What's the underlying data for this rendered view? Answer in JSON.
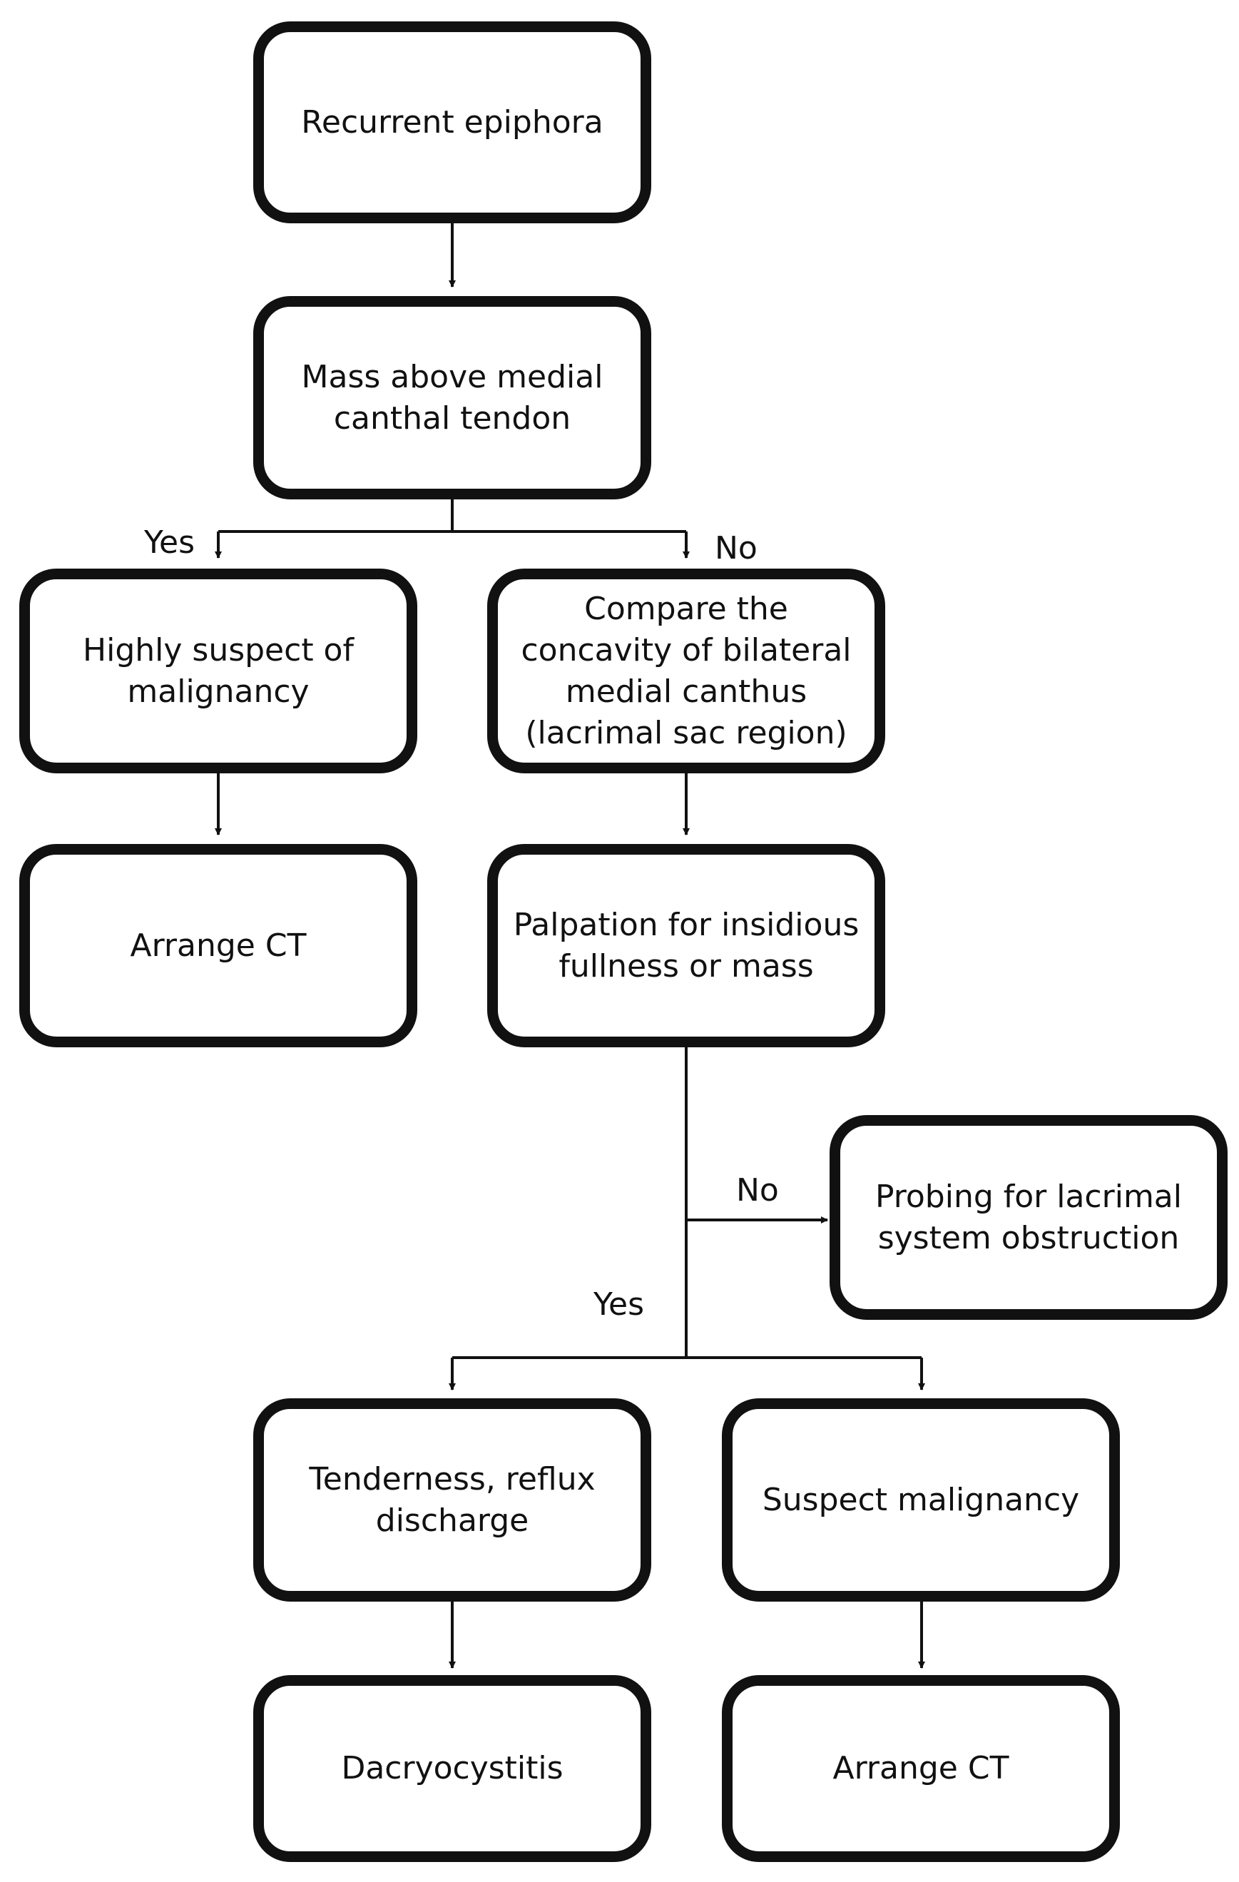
{
  "nodes": [
    {
      "id": "recurrent-epiphora",
      "text": "Recurrent epiphora"
    },
    {
      "id": "mass-above-tendon",
      "text": "Mass above medial canthal tendon"
    },
    {
      "id": "highly-suspect-malignancy",
      "text": "Highly suspect of malignancy"
    },
    {
      "id": "compare-concavity",
      "text": "Compare the concavity of bilateral medial canthus (lacrimal sac region)"
    },
    {
      "id": "arrange-ct-left",
      "text": "Arrange CT"
    },
    {
      "id": "palpation",
      "text": "Palpation for insidious fullness or mass"
    },
    {
      "id": "probing",
      "text": "Probing for lacrimal system obstruction"
    },
    {
      "id": "tenderness",
      "text": "Tenderness,  reflux discharge"
    },
    {
      "id": "suspect-malignancy",
      "text": "Suspect malignancy"
    },
    {
      "id": "dacryocystitis",
      "text": "Dacryocystitis"
    },
    {
      "id": "arrange-ct-right",
      "text": "Arrange CT"
    }
  ],
  "edges": [
    {
      "from": "recurrent-epiphora",
      "to": "mass-above-tendon",
      "label": ""
    },
    {
      "from": "mass-above-tendon",
      "to": "highly-suspect-malignancy",
      "label": "Yes"
    },
    {
      "from": "mass-above-tendon",
      "to": "compare-concavity",
      "label": "No"
    },
    {
      "from": "highly-suspect-malignancy",
      "to": "arrange-ct-left",
      "label": ""
    },
    {
      "from": "compare-concavity",
      "to": "palpation",
      "label": ""
    },
    {
      "from": "palpation",
      "to": "probing",
      "label": "No"
    },
    {
      "from": "palpation",
      "to": "tenderness",
      "label": "Yes"
    },
    {
      "from": "palpation",
      "to": "suspect-malignancy",
      "label": "Yes"
    },
    {
      "from": "tenderness",
      "to": "dacryocystitis",
      "label": ""
    },
    {
      "from": "suspect-malignancy",
      "to": "arrange-ct-right",
      "label": ""
    }
  ],
  "labels": {
    "yes_top": "Yes",
    "no_top": "No",
    "no_probing": "No",
    "yes_bottom": "Yes"
  },
  "colors": {
    "stroke": "#111111",
    "fill": "#ffffff"
  }
}
